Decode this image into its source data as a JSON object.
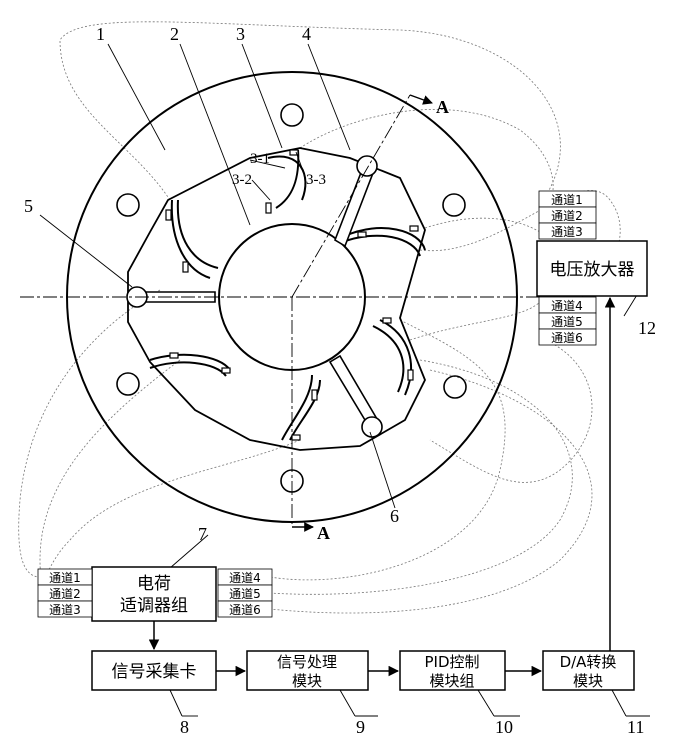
{
  "section_label": "A",
  "parts": {
    "n1": "1",
    "n2": "2",
    "n3": "3",
    "n4": "4",
    "n5": "5",
    "n6": "6",
    "n7": "7",
    "n8": "8",
    "n9": "9",
    "n10": "10",
    "n11": "11",
    "n12": "12",
    "sub_3_1": "3-1",
    "sub_3_2": "3-2",
    "sub_3_3": "3-3"
  },
  "channels": {
    "ch1": "通道1",
    "ch2": "通道2",
    "ch3": "通道3",
    "ch4": "通道4",
    "ch5": "通道5",
    "ch6": "通道6"
  },
  "blocks": {
    "amplifier": "电压放大器",
    "charge_line1": "电荷",
    "charge_line2": "适调器组",
    "acquisition": "信号采集卡",
    "signal_line1": "信号处理",
    "signal_line2": "模块",
    "pid_line1": "PID控制",
    "pid_line2": "模块组",
    "da_line1": "D/A转换",
    "da_line2": "模块"
  }
}
